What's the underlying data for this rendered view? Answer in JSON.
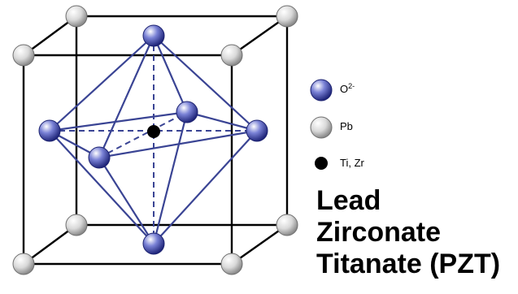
{
  "structure": {
    "atoms": {
      "oxygen": {
        "color": "#5a63c4",
        "highlight": "#ffffff",
        "dark": "#20267a"
      },
      "lead": {
        "color": "#d9d9d9",
        "highlight": "#ffffff",
        "dark": "#8a8a8a"
      },
      "center": {
        "color": "#000000"
      }
    },
    "bond_color": "#3a4494",
    "cell_edge_color": "#000000"
  },
  "legend": {
    "oxygen_label": "O",
    "oxygen_charge": "2-",
    "lead_label": "Pb",
    "center_label": "Ti, Zr"
  },
  "title": {
    "line1": "Lead",
    "line2": "Zirconate",
    "line3": "Titanate (PZT)"
  }
}
